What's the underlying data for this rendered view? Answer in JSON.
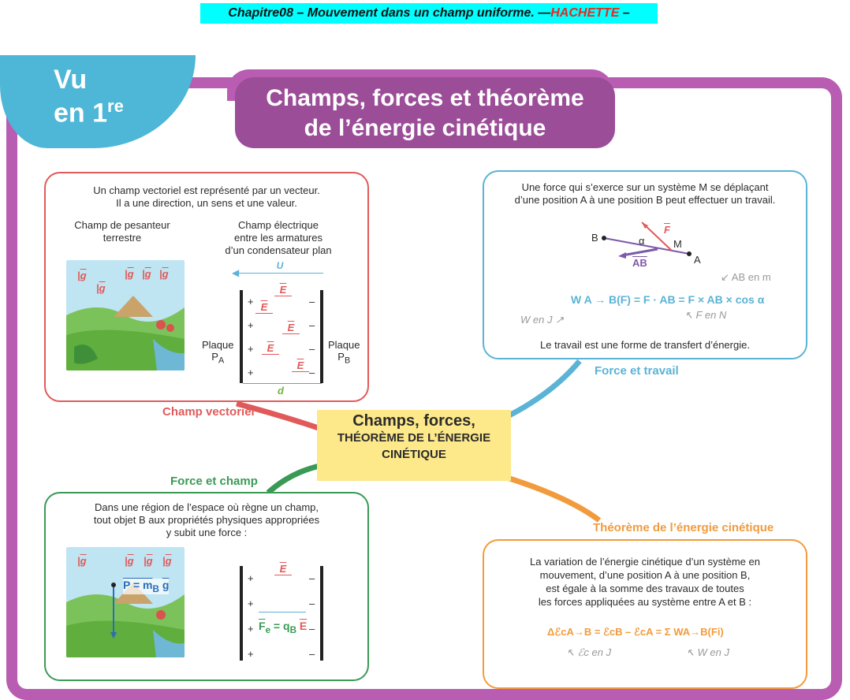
{
  "header": {
    "prefix": "Chapitre08 – Mouvement dans un champ uniforme. —",
    "publisher": "HACHETTE",
    "suffix": " –"
  },
  "badge": {
    "line1": "Vu",
    "line2": "en 1",
    "sup": "re"
  },
  "title": {
    "line1": "Champs, forces et théorème",
    "line2": "de l’énergie cinétique"
  },
  "center": {
    "line1": "Champs, forces,",
    "line2": "théorème de l’énergie",
    "line3": "cinétique"
  },
  "branches": {
    "red": "Champ vectoriel",
    "blue": "Force et travail",
    "green": "Force et champ",
    "orange": "Théorème de l’énergie cinétique"
  },
  "panel_red": {
    "intro1": "Un champ vectoriel est représenté par un vecteur.",
    "intro2": "Il a une direction, un sens et une valeur.",
    "left_title1": "Champ de pesanteur",
    "left_title2": "terrestre",
    "right_title1": "Champ électrique",
    "right_title2": "entre les armatures",
    "right_title3": "d’un condensateur plan",
    "u": "U",
    "d": "d",
    "plaque_a": "Plaque",
    "pa": "P",
    "pa_sub": "A",
    "plaque_b": "Plaque",
    "pb": "P",
    "pb_sub": "B",
    "e": "E",
    "g": "g",
    "plus": "+",
    "minus": "–"
  },
  "panel_blue": {
    "intro1": "Une force qui s’exerce sur un système M se déplaçant",
    "intro2": "d’une position A à une position B peut effectuer un travail.",
    "b": "B",
    "a": "A",
    "m": "M",
    "alpha": "α",
    "f": "F",
    "ab": "AB",
    "ab_unit": "AB en m",
    "formula": "W A → B(F) = F · AB = F × AB × cos α",
    "w_unit": "W en J",
    "f_unit": "F en N",
    "outro": "Le travail est une forme de transfert d’énergie."
  },
  "panel_green": {
    "intro1": "Dans une région de l’espace où règne un champ,",
    "intro2": "tout objet B aux propriétés physiques appropriées",
    "intro3": "y subit une force :",
    "p_formula": "P = m",
    "p_sub": "B",
    "p_g": "g",
    "fe_formula": "F",
    "fe_sub": "e",
    "fe_eq": " = q",
    "fe_q_sub": "B",
    "fe_e": "E",
    "e": "E",
    "g": "g"
  },
  "panel_orange": {
    "intro1": "La variation de l’énergie cinétique d’un système en",
    "intro2": "mouvement, d’une position A à une position B,",
    "intro3": "est égale à la somme des travaux de toutes",
    "intro4": "les forces appliquées au système entre A et B :",
    "formula": "ΔℰcA→B = ℰcB – ℰcA = Σ WA→B(Fi)",
    "ec_unit": "ℰc en J",
    "w_unit": "W en J"
  },
  "colors": {
    "purple": "#b85db2",
    "red": "#e15a5a",
    "blue": "#5bb3d6",
    "green": "#3a9a55",
    "orange": "#f19b3c",
    "yellow": "#fde88a",
    "cyan_header": "#00ffff"
  }
}
